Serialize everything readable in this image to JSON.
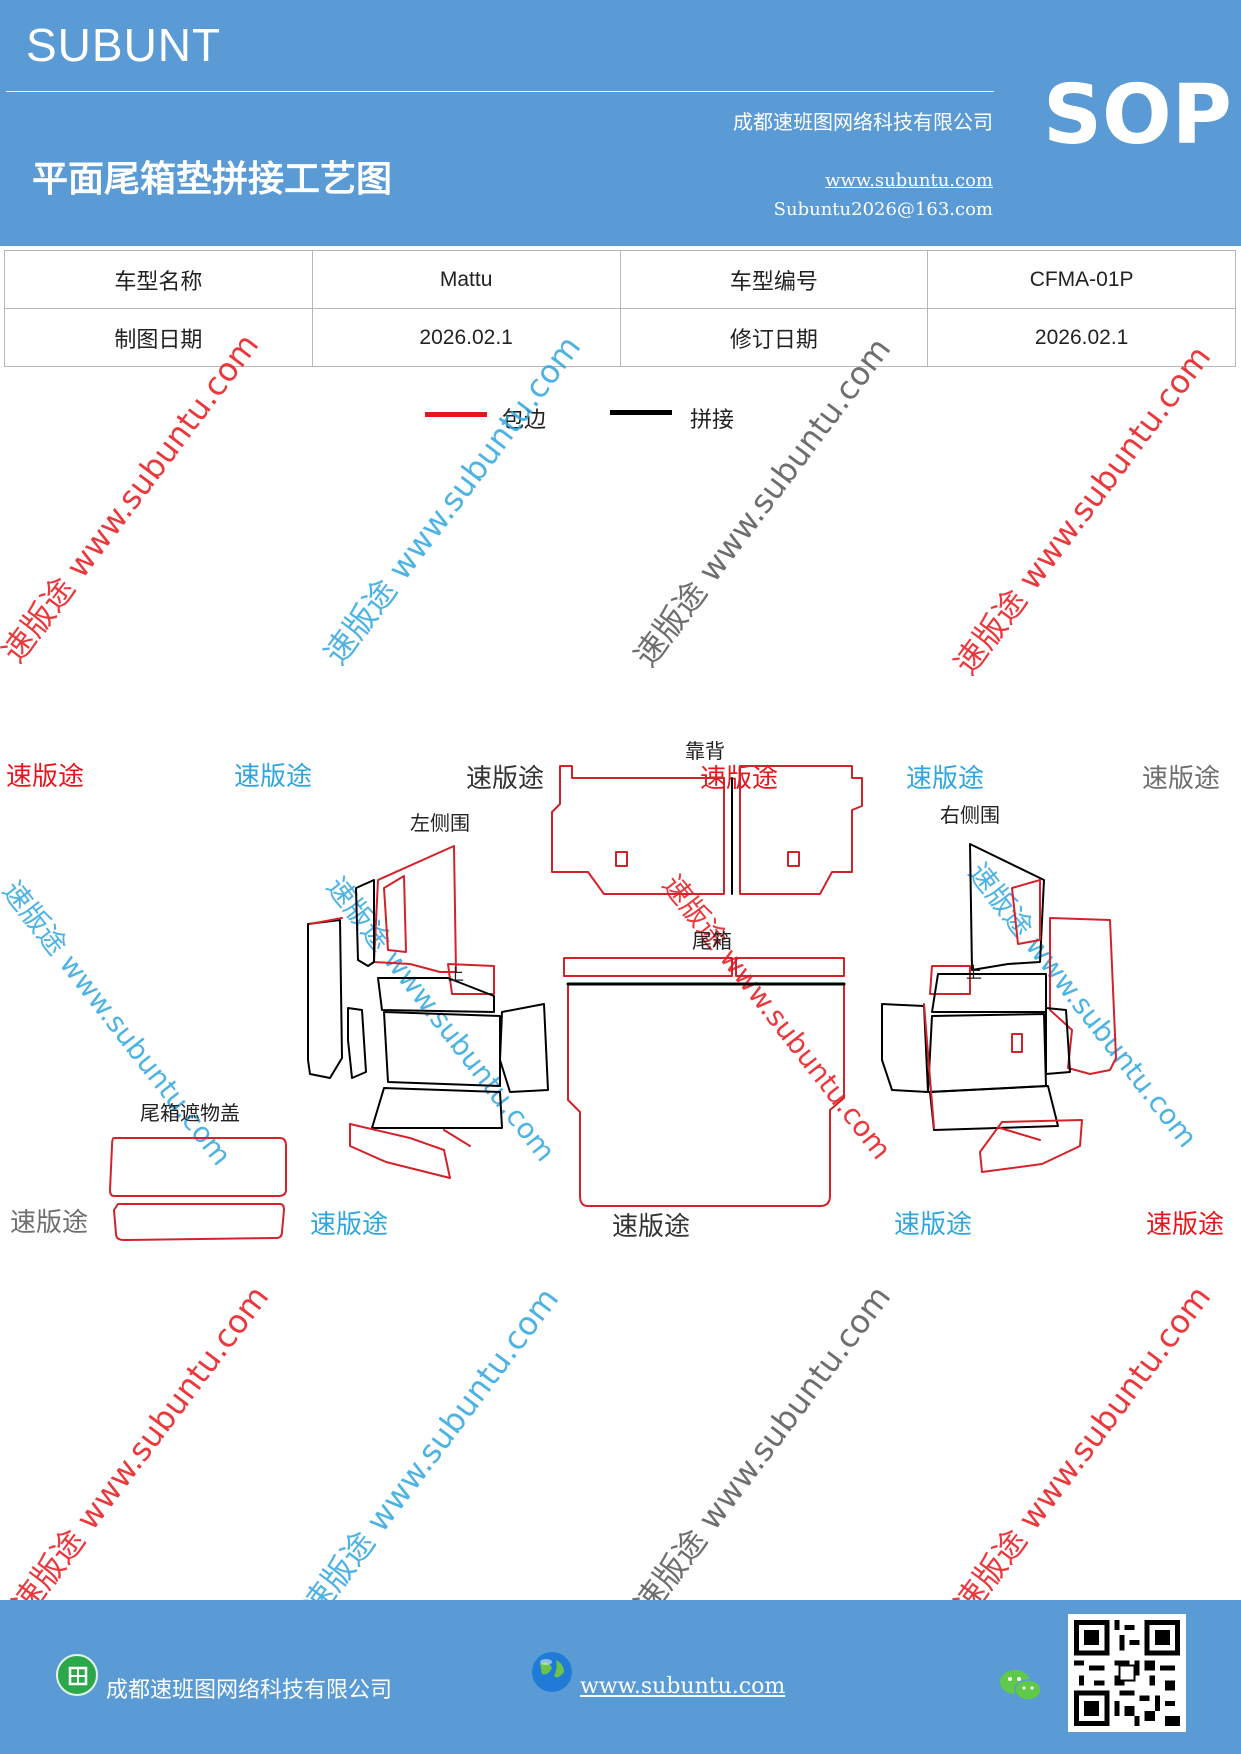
{
  "header": {
    "brand": "SUBUNT",
    "badge": "SOP",
    "company": "成都速班图网络科技有限公司",
    "title": "平面尾箱垫拼接工艺图",
    "url": "www.subuntu.com",
    "email": "Subuntu2026@163.com"
  },
  "info_table": {
    "rows": [
      [
        "车型名称",
        "Mattu",
        "车型编号",
        "CFMA-01P"
      ],
      [
        "制图日期",
        "2026.02.1",
        "修订日期",
        "2026.02.1"
      ]
    ]
  },
  "legend": {
    "items": [
      {
        "label": "包边",
        "color": "#e8161b"
      },
      {
        "label": "拼接",
        "color": "#000000"
      }
    ]
  },
  "diagram": {
    "parts": {
      "backrest": "靠背",
      "left_side": "左侧围",
      "right_side": "右侧围",
      "trunk": "尾箱",
      "cover": "尾箱遮物盖",
      "left_up": "上",
      "right_up": "上"
    }
  },
  "watermarks": {
    "diagonal": "速版途 www.subuntu.com",
    "word": "速版途",
    "colors": {
      "red": "#e8161b",
      "blue": "#2fa6e0",
      "gray": "#6e6e6e"
    }
  },
  "footer": {
    "company": "成都速班图网络科技有限公司",
    "url": "www.subuntu.com",
    "icons": [
      "building-icon",
      "globe-icon",
      "wechat-icon",
      "qr-code-icon"
    ]
  }
}
